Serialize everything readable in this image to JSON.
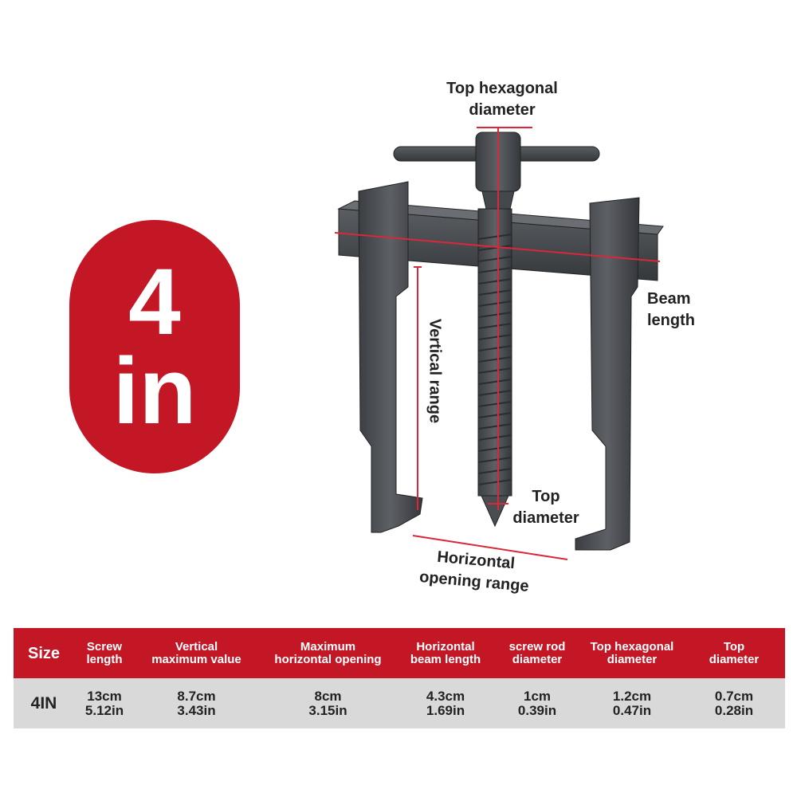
{
  "size_badge": {
    "number": "4",
    "unit": "in"
  },
  "labels": {
    "top_hex": [
      "Top hexagonal",
      "diameter"
    ],
    "beam": [
      "Beam",
      "length"
    ],
    "vertical": "Vertical range",
    "top_diameter": [
      "Top",
      "diameter"
    ],
    "horizontal": [
      "Horizontal",
      "opening range"
    ]
  },
  "colors": {
    "accent": "#c41725",
    "row": "#d9d9d9",
    "tool": "#4a4d51",
    "marker": "#d8283a"
  },
  "spec_table": {
    "headers": [
      [
        "Size"
      ],
      [
        "Screw",
        "length"
      ],
      [
        "Vertical",
        "maximum value"
      ],
      [
        "Maximum",
        "horizontal opening"
      ],
      [
        "Horizontal",
        "beam length"
      ],
      [
        "screw rod",
        "diameter"
      ],
      [
        "Top hexagonal",
        "diameter"
      ],
      [
        "Top",
        "diameter"
      ]
    ],
    "row": [
      [
        "4IN"
      ],
      [
        "13cm",
        "5.12in"
      ],
      [
        "8.7cm",
        "3.43in"
      ],
      [
        "8cm",
        "3.15in"
      ],
      [
        "4.3cm",
        "1.69in"
      ],
      [
        "1cm",
        "0.39in"
      ],
      [
        "1.2cm",
        "0.47in"
      ],
      [
        "0.7cm",
        "0.28in"
      ]
    ]
  }
}
